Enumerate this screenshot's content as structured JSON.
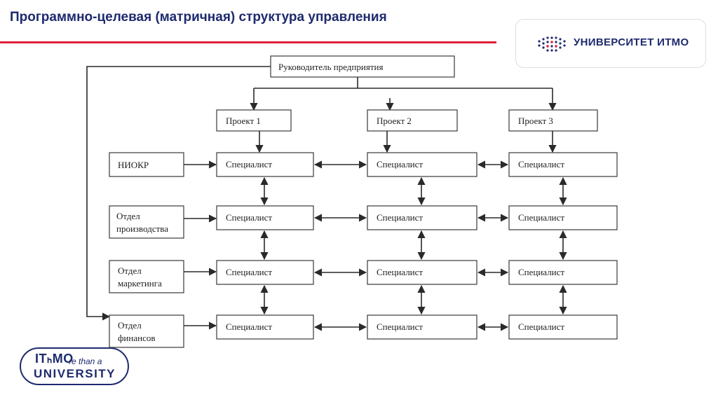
{
  "slide": {
    "title": "Программно-целевая (матричная) структура управления"
  },
  "logo_top": {
    "text": "УНИВЕРСИТЕТ ИТМО",
    "icon": "itmo-dots-icon"
  },
  "logo_bottom": {
    "line1": "ITₕMO",
    "tagline": "re than a",
    "line2": "UNIVERSITY"
  },
  "diagram": {
    "head": "Руководитель предприятия",
    "projects": [
      "Проект 1",
      "Проект 2",
      "Проект 3"
    ],
    "departments": [
      [
        "НИОКР"
      ],
      [
        "Отдел",
        "производства"
      ],
      [
        "Отдел",
        "маркетинга"
      ],
      [
        "Отдел",
        "финансов"
      ]
    ],
    "specialist": "Специалист"
  },
  "colors": {
    "brand_blue": "#1e2a6e",
    "accent_red": "#e21e3c"
  }
}
